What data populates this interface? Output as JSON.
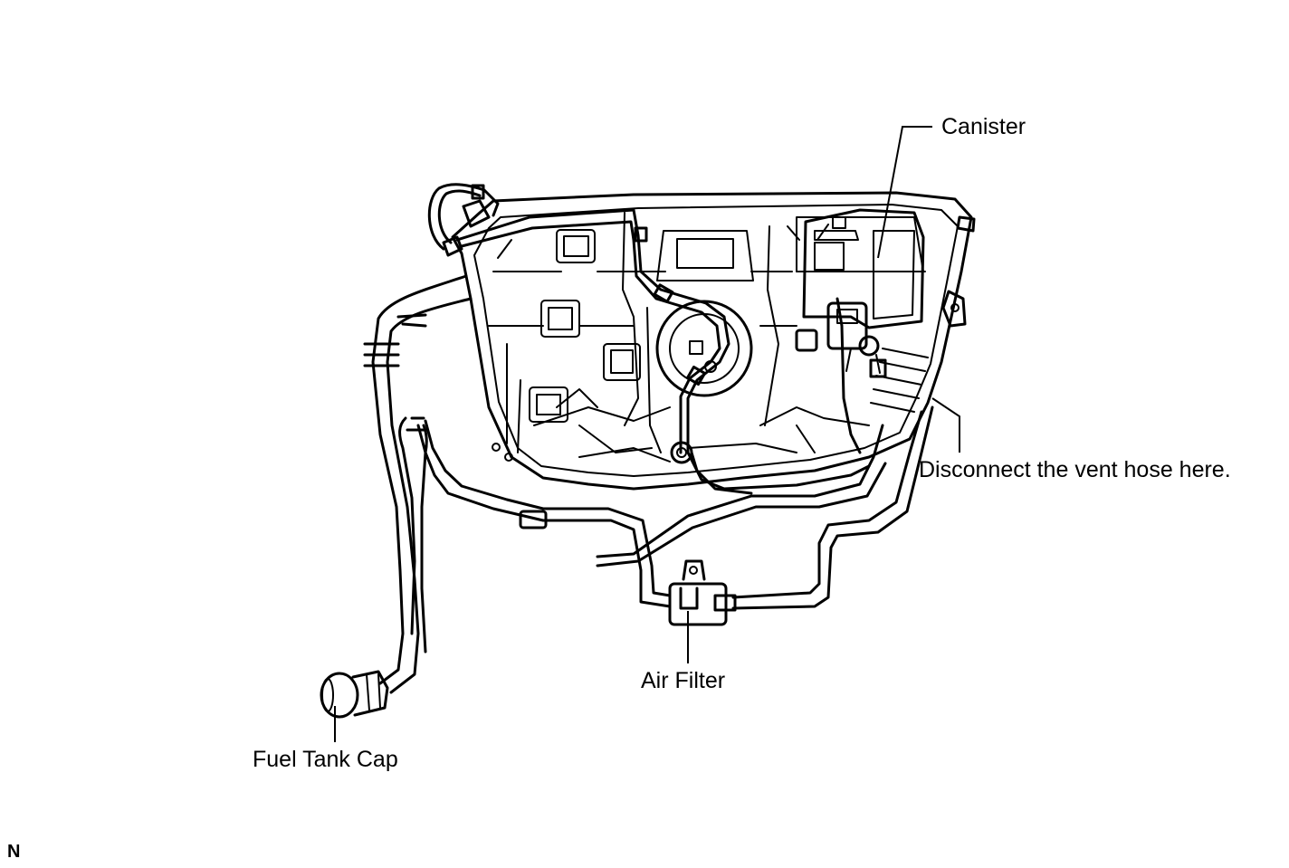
{
  "diagram": {
    "callouts": {
      "canister": "Canister",
      "vent_hose": "Disconnect the vent hose here.",
      "air_filter": "Air Filter",
      "fuel_tank_cap": "Fuel Tank Cap"
    },
    "figure_code": "N"
  }
}
